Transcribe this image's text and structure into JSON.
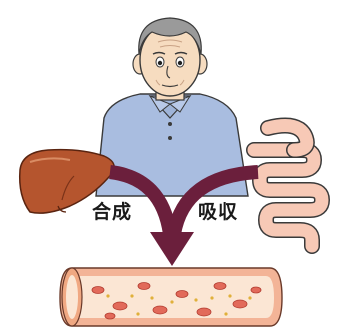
{
  "labels": {
    "left": "合成",
    "right": "吸収"
  },
  "colors": {
    "arrow": "#6b1f3c",
    "shirt": "#a9bde0",
    "liver": "#b5552e",
    "intestine": "#f7c9b6",
    "vessel_wall": "#f3b497",
    "vessel_inner": "#fbe6d4",
    "blood_cell": "#e26a5a"
  },
  "icons": {
    "person": "elderly-man-illustration",
    "liver": "liver-illustration",
    "intestine": "small-intestine-illustration",
    "vessel": "blood-vessel-illustration"
  }
}
